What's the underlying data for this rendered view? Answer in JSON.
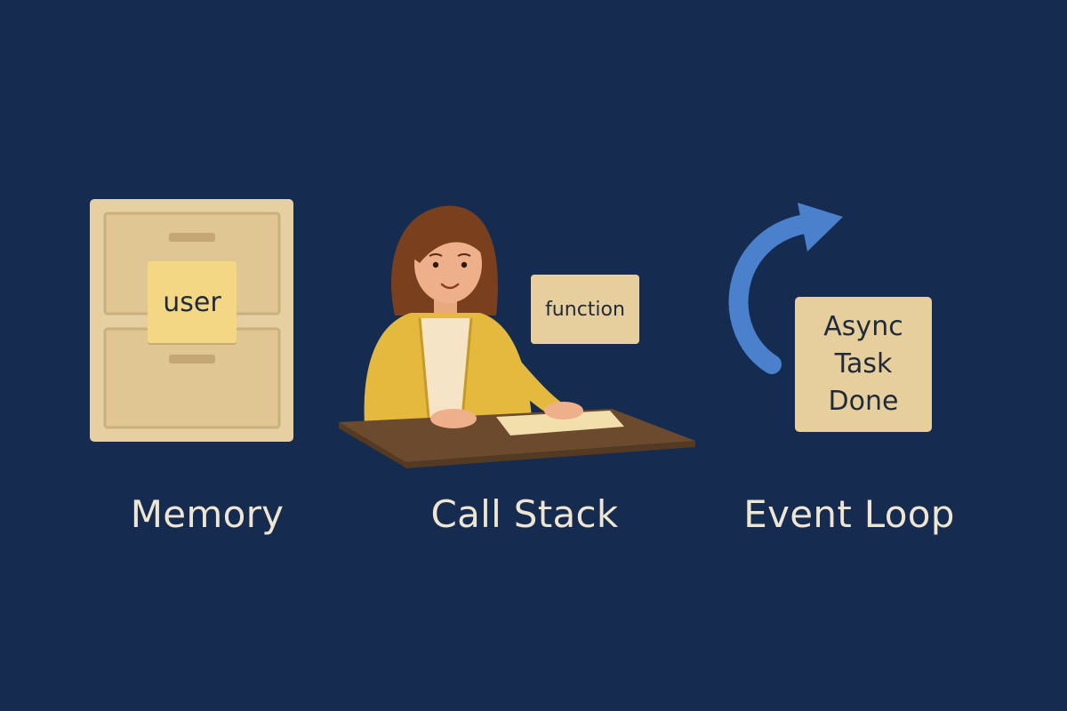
{
  "labels": {
    "memory": "Memory",
    "call_stack": "Call Stack",
    "event_loop": "Event Loop"
  },
  "notes": {
    "memory_note": "user",
    "stack_card": "function",
    "async_card_lines": [
      "Async",
      "Task",
      "Done"
    ]
  },
  "icons": [
    "filing-cabinet-icon",
    "person-at-desk-icon",
    "curved-arrow-icon"
  ],
  "colors": {
    "background": "#152b50",
    "caption_text": "#eee5d3",
    "cabinet": "#e6cfa0",
    "sticky_note": "#f4d784",
    "card": "#e7cf9d",
    "arrow": "#4a80cc",
    "cardigan": "#e5b93d",
    "desk": "#6b4a2e"
  }
}
